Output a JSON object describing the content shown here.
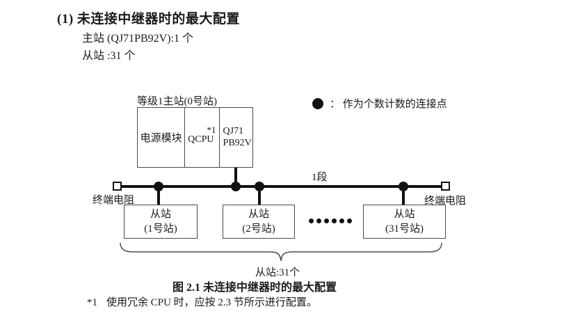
{
  "page": {
    "heading": "(1) 未连接中继器时的最大配置",
    "master_count_line": "主站 (QJ71PB92V):1 个",
    "slave_count_line": "从站 :31 个"
  },
  "diagram": {
    "master_label": "等级1主站(0号站)",
    "master_cells": {
      "power": "电源模块",
      "cpu": "QCPU",
      "cpu_note": "*1",
      "pb_line1": "QJ71",
      "pb_line2": "PB92V"
    },
    "legend": {
      "text": "：  作为个数计数的连接点"
    },
    "segment_label": "1段",
    "terminator_left": "终端电阻",
    "terminator_right": "终端电阻",
    "slaves": [
      {
        "line1": "从站",
        "line2": "(1号站)"
      },
      {
        "line1": "从站",
        "line2": "(2号站)"
      },
      {
        "line1": "从站",
        "line2": "(31号站)"
      }
    ],
    "brace_label": "从站:31个"
  },
  "caption": "图 2.1 未连接中继器时的最大配置",
  "footnote": {
    "marker": "*1",
    "text": "使用冗余 CPU 时，应按 2.3 节所示进行配置。"
  },
  "colors": {
    "ink": "#111111",
    "box_border": "#4a4a4a",
    "background": "#ffffff"
  }
}
